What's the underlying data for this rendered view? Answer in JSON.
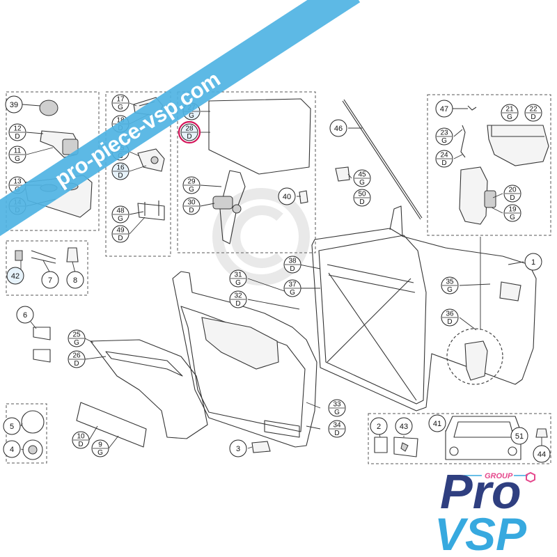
{
  "watermark": {
    "text": "pro-piece-vsp.com",
    "band_color": "#4fb3e3"
  },
  "logo": {
    "group": "GROUP",
    "pro": "Pro",
    "vsp": "VSP",
    "colors": {
      "pro": "#2f3f80",
      "vsp": "#37a9df",
      "accent": "#e5488c"
    }
  },
  "highlight_color": "#d4145a",
  "callouts": [
    {
      "n": "39",
      "s": ""
    },
    {
      "n": "12",
      "s": "D"
    },
    {
      "n": "11",
      "s": "G"
    },
    {
      "n": "13",
      "s": "G"
    },
    {
      "n": "14",
      "s": "D"
    },
    {
      "n": "17",
      "s": "G"
    },
    {
      "n": "18",
      "s": "D"
    },
    {
      "n": "15",
      "s": "G"
    },
    {
      "n": "16",
      "s": "D"
    },
    {
      "n": "48",
      "s": "G"
    },
    {
      "n": "49",
      "s": "D"
    },
    {
      "n": "27",
      "s": "G"
    },
    {
      "n": "28",
      "s": "D"
    },
    {
      "n": "29",
      "s": "G"
    },
    {
      "n": "30",
      "s": "D"
    },
    {
      "n": "46",
      "s": ""
    },
    {
      "n": "45",
      "s": "G"
    },
    {
      "n": "50",
      "s": "D"
    },
    {
      "n": "40",
      "s": ""
    },
    {
      "n": "47",
      "s": ""
    },
    {
      "n": "21",
      "s": "G"
    },
    {
      "n": "22",
      "s": "D"
    },
    {
      "n": "23",
      "s": "G"
    },
    {
      "n": "24",
      "s": "D"
    },
    {
      "n": "20",
      "s": "D"
    },
    {
      "n": "19",
      "s": "G"
    },
    {
      "n": "42",
      "s": ""
    },
    {
      "n": "7",
      "s": ""
    },
    {
      "n": "8",
      "s": ""
    },
    {
      "n": "38",
      "s": "D"
    },
    {
      "n": "37",
      "s": "G"
    },
    {
      "n": "31",
      "s": "G"
    },
    {
      "n": "32",
      "s": "D"
    },
    {
      "n": "1",
      "s": ""
    },
    {
      "n": "35",
      "s": "G"
    },
    {
      "n": "36",
      "s": "D"
    },
    {
      "n": "6",
      "s": ""
    },
    {
      "n": "25",
      "s": "G"
    },
    {
      "n": "26",
      "s": "D"
    },
    {
      "n": "33",
      "s": "G"
    },
    {
      "n": "34",
      "s": "D"
    },
    {
      "n": "10",
      "s": "D"
    },
    {
      "n": "9",
      "s": "G"
    },
    {
      "n": "5",
      "s": ""
    },
    {
      "n": "4",
      "s": ""
    },
    {
      "n": "3",
      "s": ""
    },
    {
      "n": "2",
      "s": ""
    },
    {
      "n": "43",
      "s": ""
    },
    {
      "n": "41",
      "s": ""
    },
    {
      "n": "51",
      "s": ""
    },
    {
      "n": "44",
      "s": ""
    }
  ]
}
